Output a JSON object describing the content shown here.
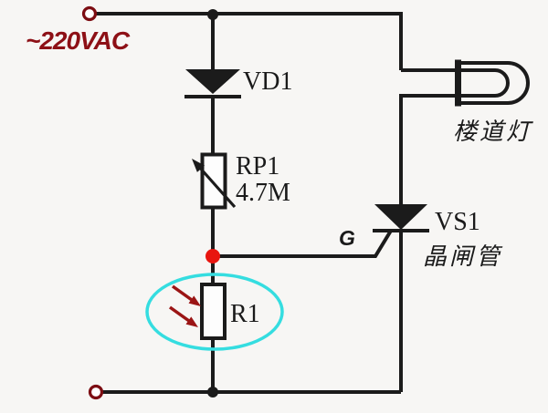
{
  "labels": {
    "source": "~220VAC",
    "diode": "VD1",
    "pot_name": "RP1",
    "pot_value": "4.7M",
    "photoresistor": "R1",
    "gate": "G",
    "thyristor_name": "VS1",
    "thyristor_cn": "晶闸管",
    "lamp_cn": "楼道灯"
  },
  "colors": {
    "background": "#f7f6f4",
    "wire": "#1b1b1b",
    "component_fill": "#fdfdfd",
    "source_text": "#8d1016",
    "junction_red": "#e8150f",
    "terminal_ring": "#7c0d12",
    "highlight_ellipse": "#35dde0",
    "light_arrows": "#9b1515"
  }
}
